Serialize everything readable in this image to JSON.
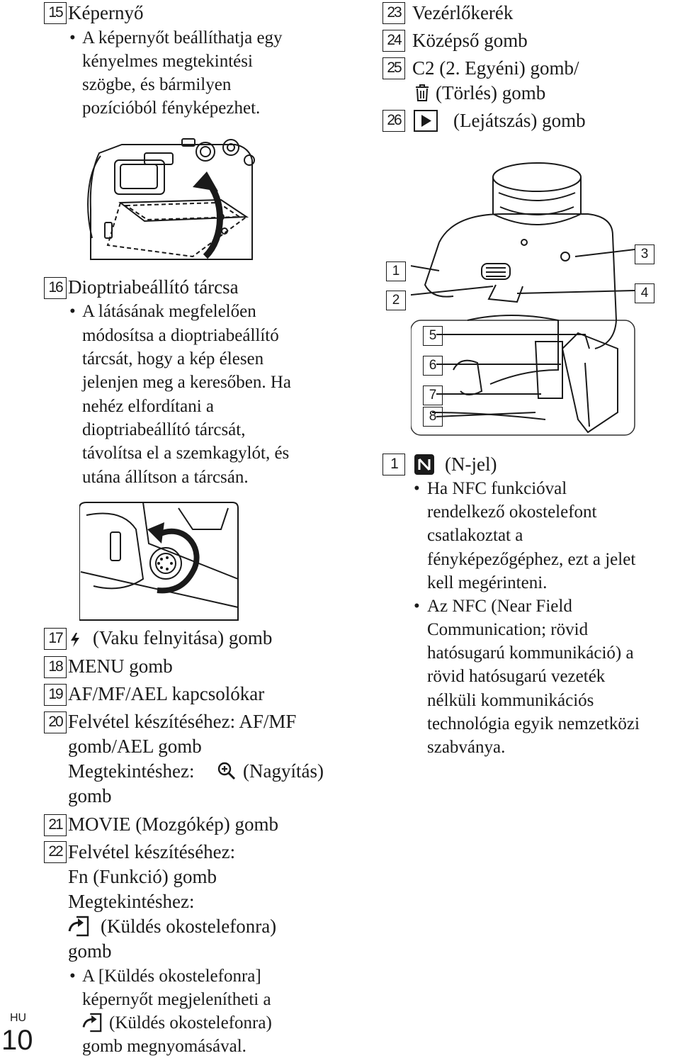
{
  "left": {
    "i15": {
      "num": "15",
      "title": "Képernyő",
      "bullet": [
        "A képernyőt beállíthatja egy",
        "kényelmes megtekintési",
        "szögbe, és bármilyen",
        "pozícióból fényképezhet."
      ]
    },
    "i16": {
      "num": "16",
      "title": "Dioptriabeállító tárcsa",
      "bullet": [
        "A látásának megfelelően",
        "módosítsa a dioptriabeállító",
        "tárcsát, hogy a kép élesen",
        "jelenjen meg a keresőben. Ha",
        "nehéz elfordítani a",
        "dioptriabeállító tárcsát,",
        "távolítsa el a szemkagylót, és",
        "utána állítson a tárcsán."
      ]
    },
    "i17": {
      "num": "17",
      "text": "(Vaku felnyitása) gomb"
    },
    "i18": {
      "num": "18",
      "text": "MENU gomb"
    },
    "i19": {
      "num": "19",
      "text": "AF/MF/AEL kapcsolókar"
    },
    "i20": {
      "num": "20",
      "l1": "Felvétel készítéséhez: AF/MF",
      "l2": "gomb/AEL gomb",
      "l3a": "Megtekintéshez:",
      "l3b": "(Nagyítás)",
      "l4": "gomb"
    },
    "i21": {
      "num": "21",
      "text": "MOVIE (Mozgókép) gomb"
    },
    "i22": {
      "num": "22",
      "l1": "Felvétel készítéséhez:",
      "l2": "Fn (Funkció) gomb",
      "l3": "Megtekintéshez:",
      "l4": "(Küldés okostelefonra)",
      "l5": "gomb",
      "b1": "A [Küldés okostelefonra]",
      "b2": "képernyőt megjelenítheti a",
      "b3": "(Küldés okostelefonra)",
      "b4": "gomb megnyomásával."
    }
  },
  "right": {
    "i23": {
      "num": "23",
      "text": "Vezérlőkerék"
    },
    "i24": {
      "num": "24",
      "text": "Középső gomb"
    },
    "i25": {
      "num": "25",
      "l1": "C2 (2. Egyéni) gomb/",
      "l2": "(Törlés) gomb"
    },
    "i26": {
      "num": "26",
      "text": "(Lejátszás) gomb"
    },
    "callouts": [
      "1",
      "2",
      "3",
      "4",
      "5",
      "6",
      "7",
      "8"
    ],
    "n1": {
      "num": "1",
      "text": "(N-jel)",
      "b1": [
        "Ha NFC funkcióval",
        "rendelkező okostelefont",
        "csatlakoztat a",
        "fényképezőgéphez, ezt a jelet",
        "kell megérinteni."
      ],
      "b2": [
        "Az NFC (Near Field",
        "Communication; rövid",
        "hatósugarú kommunikáció) a",
        "rövid hatósugarú vezeték",
        "nélküli kommunikációs",
        "technológia egyik nemzetközi",
        "szabványa."
      ]
    }
  },
  "footer": {
    "lang": "HU",
    "page": "10"
  },
  "icons": {
    "flash": "flash-icon",
    "zoom": "zoom-in-icon",
    "send": "send-to-smartphone-icon",
    "trash": "trash-icon",
    "play": "play-icon",
    "nfc": "n-mark-icon"
  }
}
